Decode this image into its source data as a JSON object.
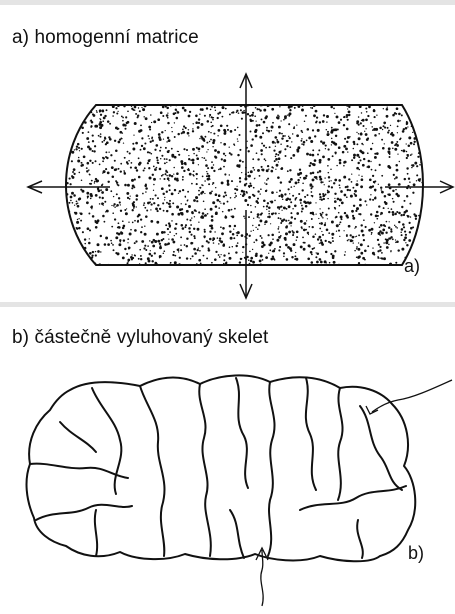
{
  "panel_a": {
    "heading": "a) homogenní matrice",
    "label": "a)"
  },
  "panel_b": {
    "heading": "b) částečně vyluhovaný skelet",
    "label": "b)"
  },
  "colors": {
    "ink": "#111111",
    "band": "#e4e4e4"
  }
}
